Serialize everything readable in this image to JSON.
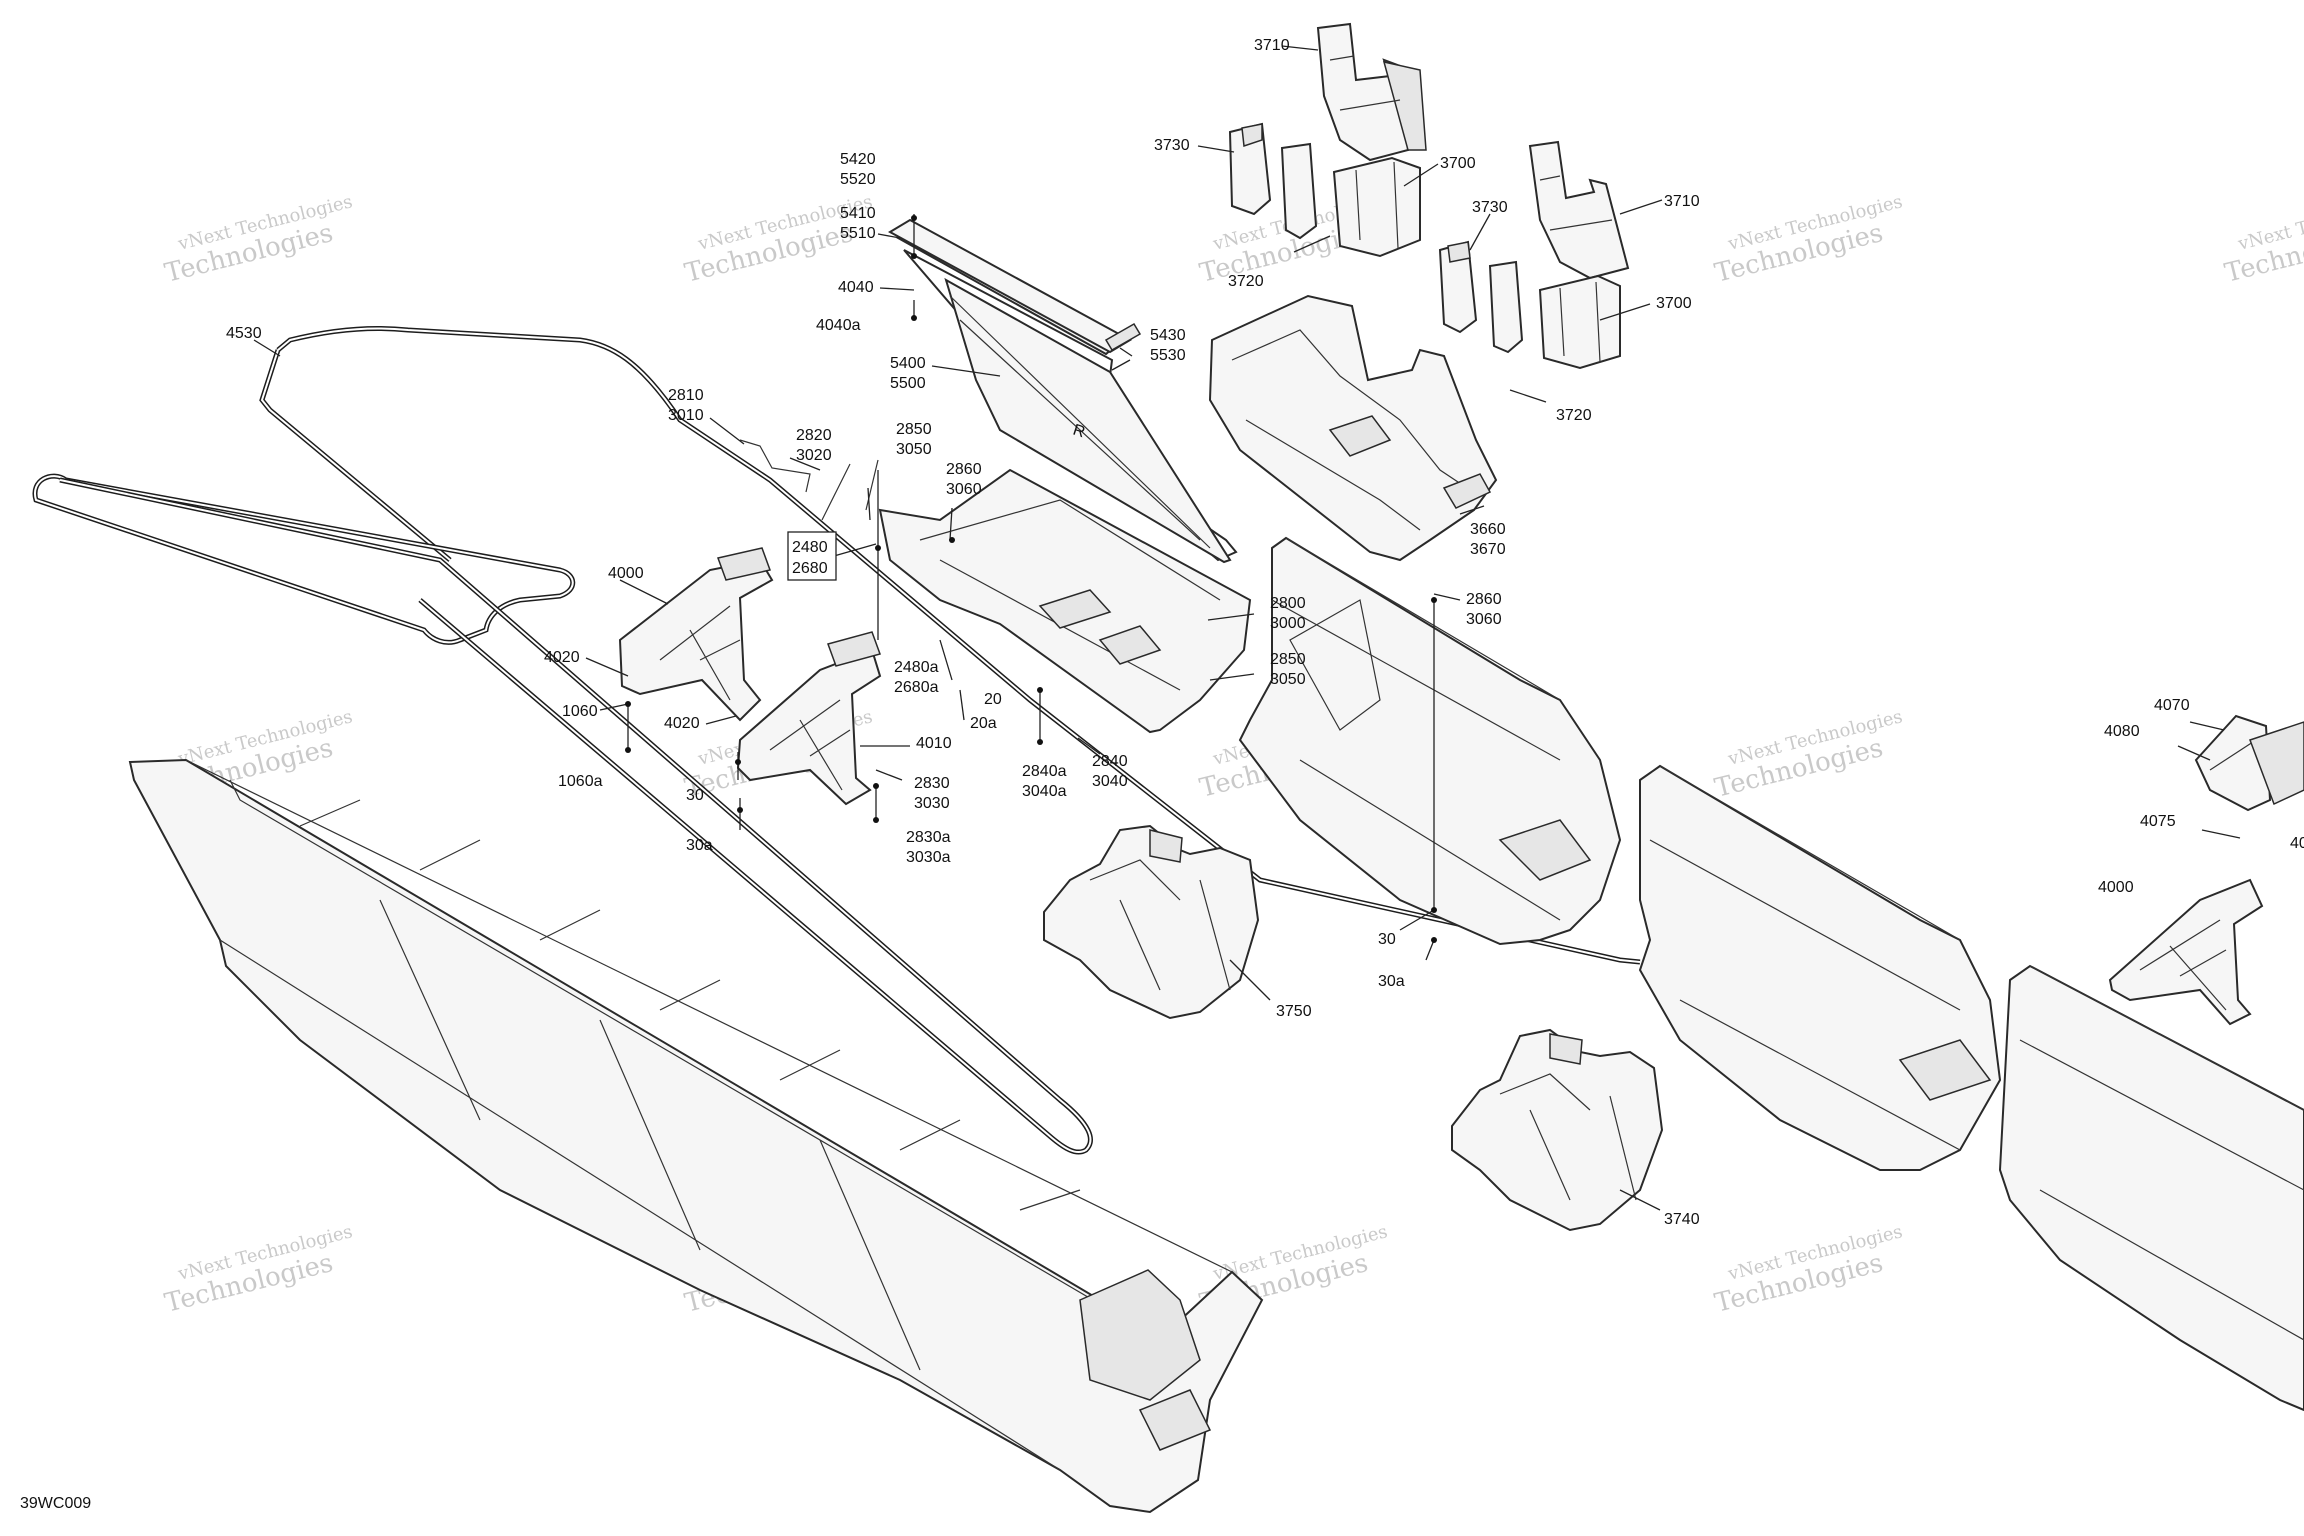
{
  "diagram": {
    "code": "39WC009",
    "watermark_line1": "vNext Technologies",
    "watermark_line2": "Technologies",
    "callouts": {
      "c3710a": "3710",
      "c3730a": "3730",
      "c3700a": "3700",
      "c3720a": "3720",
      "c3730b": "3730",
      "c3710b": "3710",
      "c3700b": "3700",
      "c3720b": "3720",
      "c3660": "3660",
      "c3670": "3670",
      "c5420": "5420",
      "c5520": "5520",
      "c5410": "5410",
      "c5510": "5510",
      "c4040": "4040",
      "c4040a": "4040a",
      "c5430": "5430",
      "c5530": "5530",
      "c5400": "5400",
      "c5500": "5500",
      "c4530": "4530",
      "c2810": "2810",
      "c3010": "3010",
      "c2820": "2820",
      "c3020": "3020",
      "c2850a": "2850",
      "c3050a": "3050",
      "c2860a": "2860",
      "c3060a": "3060",
      "c2480": "2480",
      "c2680": "2680",
      "c4000a": "4000",
      "c4020a": "4020",
      "c1060": "1060",
      "c1060a": "1060a",
      "c4020b": "4020",
      "c4010": "4010",
      "c30a": "30",
      "c30aa": "30a",
      "c2830": "2830",
      "c3030": "3030",
      "c2830a": "2830a",
      "c3030a": "3030a",
      "c2480a": "2480a",
      "c2680a": "2680a",
      "c20": "20",
      "c20a": "20a",
      "c2840a": "2840a",
      "c3040a": "3040a",
      "c2840": "2840",
      "c3040": "3040",
      "c2800": "2800",
      "c3000": "3000",
      "c2850b": "2850",
      "c3050b": "3050",
      "c2860b": "2860",
      "c3060b": "3060",
      "c30b": "30",
      "c30ab": "30a",
      "c3750": "3750",
      "c3740": "3740",
      "c4070": "4070",
      "c4080": "4080",
      "c4075": "4075",
      "c40x": "40",
      "c4000b": "4000"
    }
  }
}
